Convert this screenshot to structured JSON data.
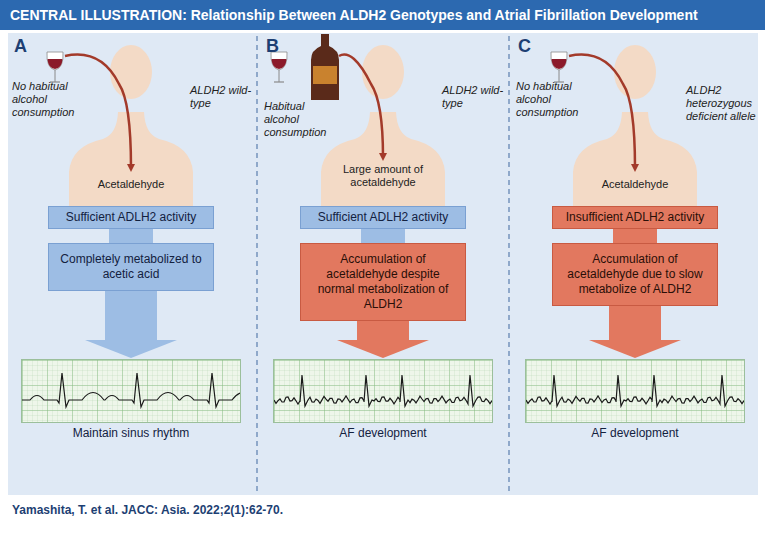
{
  "diagram": {
    "title": "CENTRAL ILLUSTRATION: Relationship Between ALDH2 Genotypes and Atrial Fibrillation Development",
    "caption": "Yamashita, T. et al. JACC: Asia. 2022;2(1):62-70.",
    "nodes": [
      {
        "text": [
          "A"
        ]
      },
      {
        "text": [
          "Sufficient ADLH2 activity"
        ],
        "in": 0
      },
      {
        "text": [
          "Completely metabolized to acetic acid"
        ],
        "in": 0
      },
      {
        "text": [
          "Maintain sinus rhythm"
        ],
        "in": 0
      },
      {
        "text": [
          "B"
        ]
      },
      {
        "text": [
          "Sufficient ADLH2 activity"
        ],
        "in": 4
      },
      {
        "text": [
          "Accumulation of acetaldehyde despite normal metabolization of ALDH2"
        ],
        "in": 4
      },
      {
        "text": [
          "AF development"
        ],
        "in": 4
      },
      {
        "text": [
          "C"
        ]
      },
      {
        "text": [
          "Insufficient ADLH2 activity"
        ],
        "in": 8
      },
      {
        "text": [
          "Accumulation of acetaldehyde due to slow metabolize of ALDH2"
        ],
        "in": 8
      },
      {
        "text": [
          "AF development"
        ],
        "in": 8
      }
    ],
    "edges": [
      {
        "from": 1,
        "to": 2,
        "arrow": "none"
      },
      {
        "from": 2,
        "to": 3,
        "arrow": "to"
      },
      {
        "from": 5,
        "to": 6,
        "arrow": "none"
      },
      {
        "from": 6,
        "to": 7,
        "arrow": "to"
      },
      {
        "from": 9,
        "to": 10,
        "arrow": "none"
      },
      {
        "from": 10,
        "to": 11,
        "arrow": "to"
      }
    ],
    "labels": [
      "No habitual alcohol consumption",
      "ALDH2 wild-type",
      "Acetaldehyde",
      "Habitual alcohol consumption",
      "ALDH2 wild-type",
      "Large amount of acetaldehyde",
      "No habitual alcohol consumption",
      "ALDH2 heterozygous deficient allele",
      "Acetaldehyde"
    ]
  }
}
